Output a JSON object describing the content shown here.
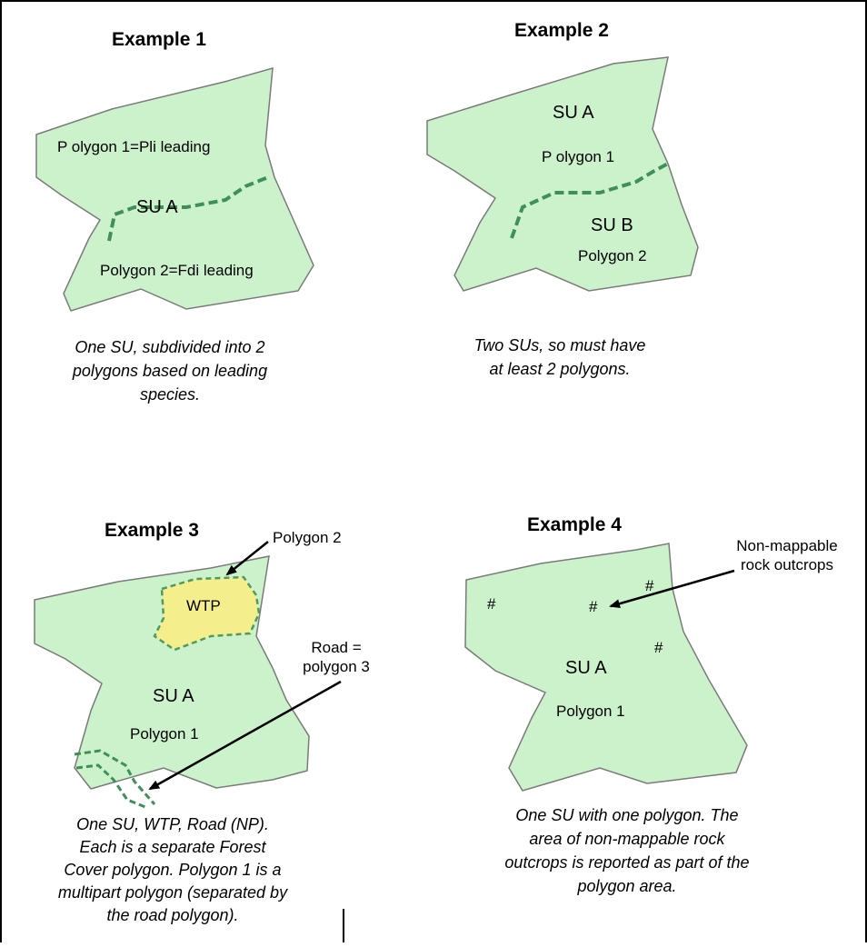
{
  "colors": {
    "polygon_fill": "#ccf2cc",
    "polygon_stroke": "#7a7a7a",
    "boundary_line": "#3f8f5a",
    "wtp_fill": "#f5ee8c",
    "frame": "#000000"
  },
  "examples": [
    {
      "title": "Example 1",
      "labels": [
        "P olygon 1=Pli leading",
        "SU A",
        "Polygon 2=Fdi leading"
      ],
      "caption": [
        "One SU, subdivided into 2",
        "polygons based on leading",
        "species."
      ]
    },
    {
      "title": "Example 2",
      "labels": [
        "SU A",
        "P olygon 1",
        "SU B",
        "Polygon 2"
      ],
      "caption": [
        "Two SUs, so must have",
        "at least 2 polygons."
      ]
    },
    {
      "title": "Example 3",
      "labels": [
        "Polygon 2",
        "WTP",
        "Road =",
        "polygon 3",
        "SU A",
        "Polygon 1"
      ],
      "caption": [
        "One SU, WTP, Road (NP).",
        "Each is a separate Forest",
        "Cover polygon. Polygon 1 is a",
        "multipart polygon (separated by",
        "the road polygon)."
      ]
    },
    {
      "title": "Example 4",
      "labels": [
        "Non-mappable",
        "rock outcrops",
        "#",
        "SU A",
        "Polygon 1"
      ],
      "caption": [
        "One SU with one polygon. The",
        "area of non-mappable rock",
        "outcrops is reported as part of the",
        "polygon area."
      ]
    }
  ]
}
